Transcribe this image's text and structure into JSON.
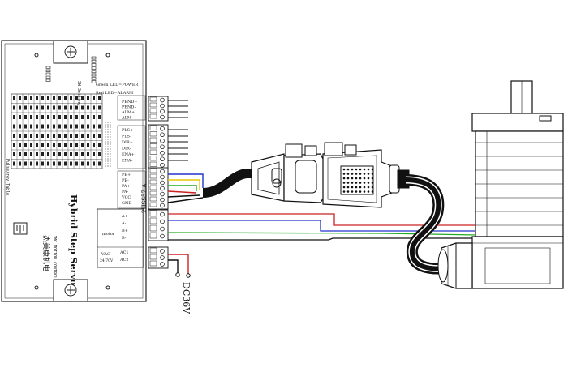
{
  "driver": {
    "title": "Hybrid Step Servo",
    "model_tag": "2HSS57-A",
    "brand_cn": "杰美康机电",
    "brand_en": "JMC MOTION CONTROL",
    "logo_glyph": "JMC",
    "status_leds": {
      "green": "Green LED=POWER",
      "red": "Red LED=ALARM"
    },
    "sw_setting": "SW Setting",
    "pulse_rev_table": "Pulse/rev Table",
    "control_pins": [
      "PEND+",
      "PEND-",
      "ALM+",
      "ALM-"
    ],
    "signal_pins": [
      "PLS+",
      "PLS-",
      "DIR+",
      "DIR-",
      "ENA+",
      "ENA-"
    ],
    "encoder_pins": [
      "PB+",
      "PB-",
      "PA+",
      "PA-",
      "VCC",
      "GND"
    ],
    "motor_label": "motor",
    "motor_pins": [
      "A+",
      "A-",
      "B+",
      "B-"
    ],
    "power_label_1": "VAC",
    "power_label_2": "24-70V",
    "power_pins": [
      "AC1",
      "AC2"
    ]
  },
  "supply": {
    "label": "DC36V"
  },
  "colors": {
    "wire_blue": "#2233cc",
    "wire_yellow": "#e8c800",
    "wire_green": "#22aa22",
    "wire_red": "#cc2222",
    "wire_black": "#111111"
  }
}
